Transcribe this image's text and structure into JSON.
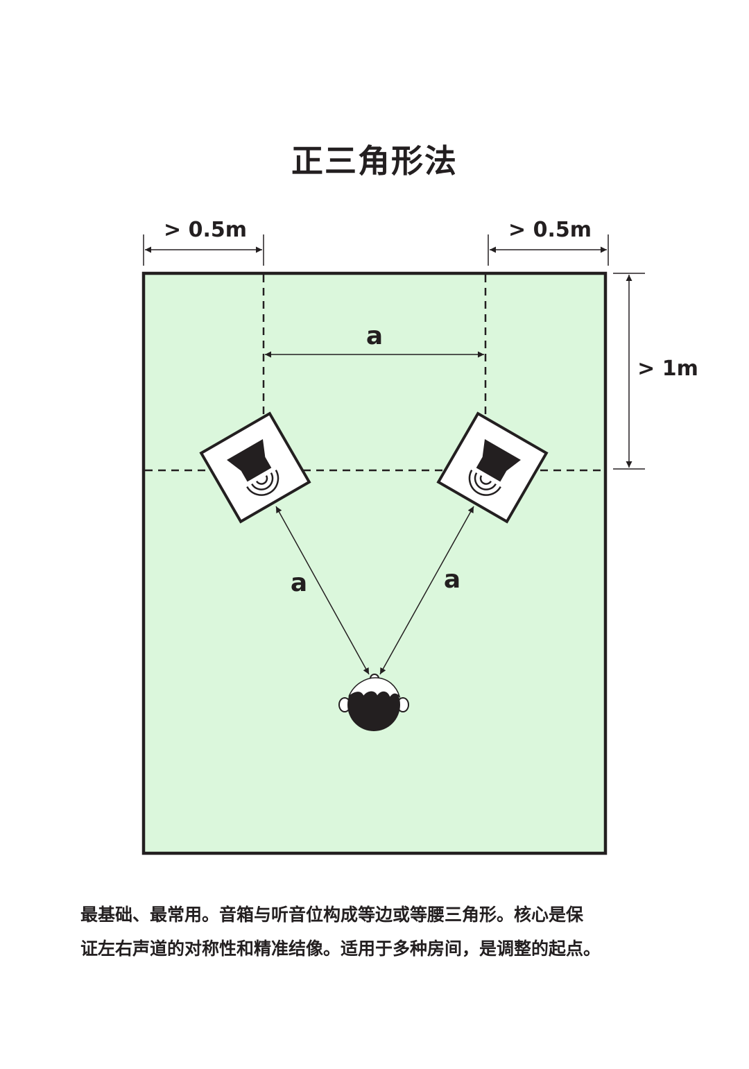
{
  "title": "正三角形法",
  "dims": {
    "left_gap": "> 0.5m",
    "right_gap": "> 0.5m",
    "front_gap": "> 1m",
    "speaker_spacing": "a",
    "left_distance": "a",
    "right_distance": "a"
  },
  "colors": {
    "room_fill": "#dbf7dc",
    "ink": "#231f20",
    "white": "#ffffff"
  },
  "icons": {
    "speaker": "speaker-icon",
    "listener": "listener-head-icon"
  },
  "caption": {
    "line1": "最基础、最常用。音箱与听音位构成等边或等腰三角形。核心是保",
    "line2": "证左右声道的对称性和精准结像。适用于多种房间，是调整的起点。"
  }
}
